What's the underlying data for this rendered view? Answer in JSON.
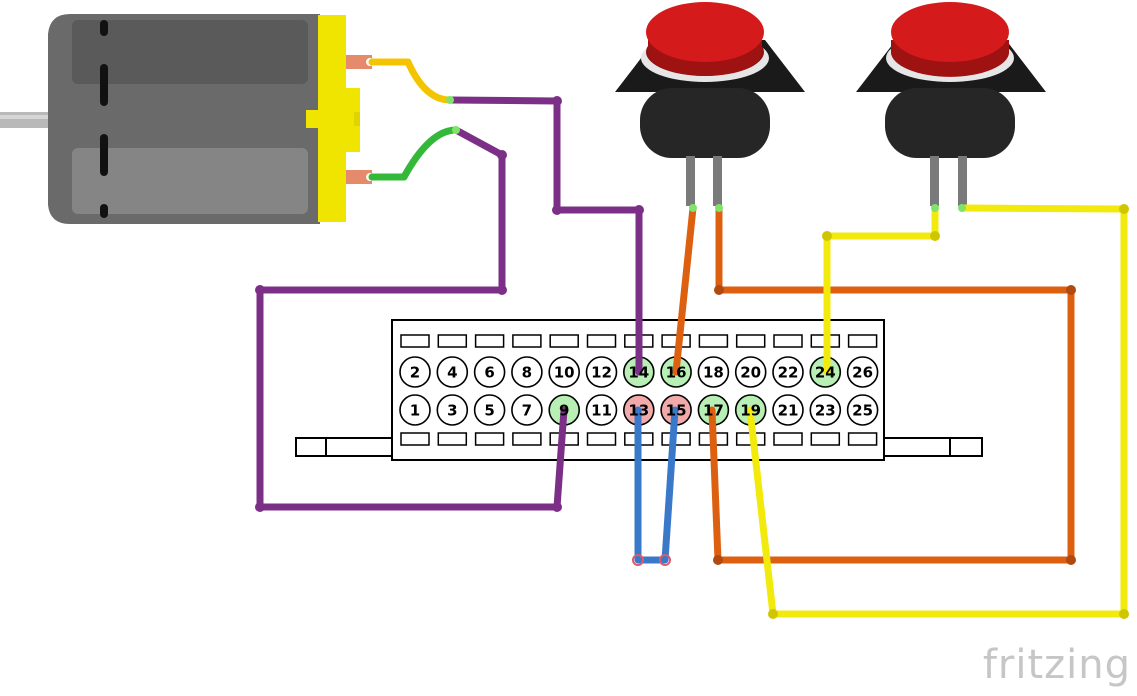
{
  "brand": {
    "text": "fritzing",
    "color": "#c6c6c6"
  },
  "colors": {
    "purple": "#7c2f86",
    "orange": "#dd6010",
    "yellow": "#f2ea0c",
    "blue": "#3a78c9",
    "green_wire": "#33b83a",
    "motor_body": "#666666",
    "motor_yellow": "#f0e500",
    "button_red": "#d41a1a",
    "pin_highlight_green": "#b8efb4",
    "pin_highlight_red": "#f2a9a9"
  },
  "terminal_block": {
    "top_row": [
      "2",
      "4",
      "6",
      "8",
      "10",
      "12",
      "14",
      "16",
      "18",
      "20",
      "22",
      "24",
      "26"
    ],
    "bottom_row": [
      "1",
      "3",
      "5",
      "7",
      "9",
      "11",
      "13",
      "15",
      "17",
      "19",
      "21",
      "23",
      "25"
    ],
    "green_pins": [
      "14",
      "16",
      "24",
      "9",
      "17",
      "19"
    ],
    "red_pins": [
      "13",
      "15"
    ]
  },
  "components": {
    "motor": {
      "icon": "dc-motor-icon"
    },
    "buttons": [
      {
        "name": "push-button-1",
        "icon": "red-push-button-icon"
      },
      {
        "name": "push-button-2",
        "icon": "red-push-button-icon"
      }
    ]
  }
}
